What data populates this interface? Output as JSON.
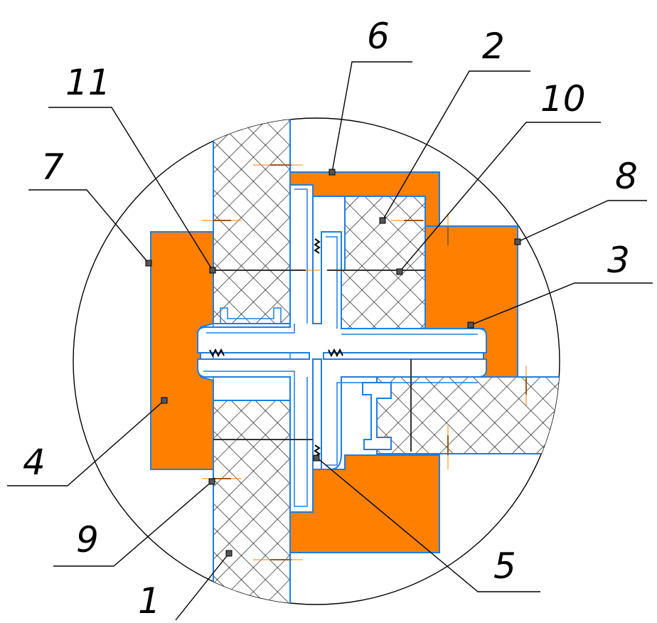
{
  "callouts": [
    {
      "label": "1"
    },
    {
      "label": "2"
    },
    {
      "label": "3"
    },
    {
      "label": "4"
    },
    {
      "label": "5"
    },
    {
      "label": "6"
    },
    {
      "label": "7"
    },
    {
      "label": "8"
    },
    {
      "label": "9"
    },
    {
      "label": "10"
    },
    {
      "label": "11"
    }
  ],
  "colors": {
    "insulation": "#ff8000",
    "outline": "#1a7ee6",
    "hatch": "#000000"
  }
}
